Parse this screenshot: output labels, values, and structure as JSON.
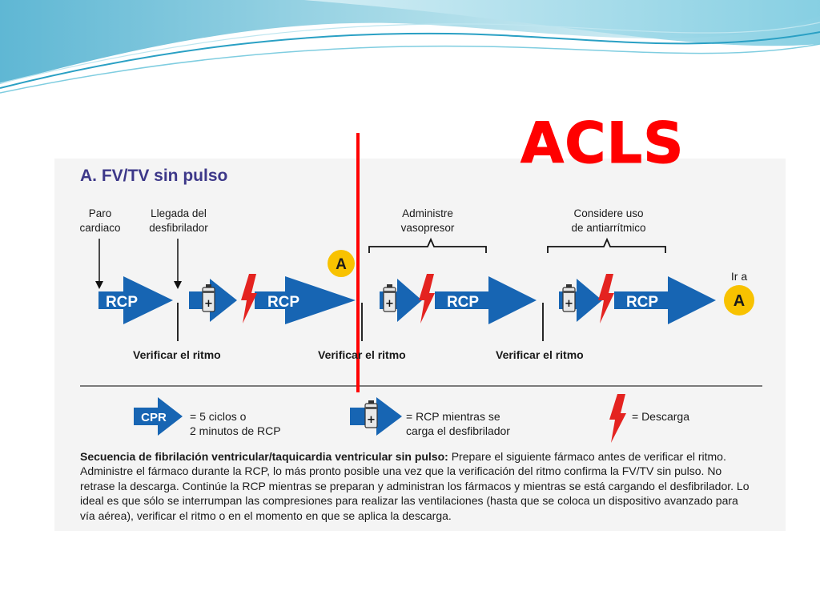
{
  "slide": {
    "title": "ACLS"
  },
  "panel": {
    "title": "A. FV/TV sin pulso"
  },
  "timeline": {
    "top_labels": {
      "paro": [
        "Paro",
        "cardiaco"
      ],
      "llegada": [
        "Llegada del",
        "desfibrilador"
      ],
      "vasopresor": [
        "Administre",
        "vasopresor"
      ],
      "antiarritmico": [
        "Considere uso",
        "de antiarrítmico"
      ]
    },
    "rcp_label": "RCP",
    "marker_a": "A",
    "ir_a": "Ir a",
    "verify_label": "Verificar el ritmo"
  },
  "legend": {
    "cpr_label": "CPR",
    "cpr_text": [
      "= 5 ciclos o",
      "2 minutos de RCP"
    ],
    "charge_text": [
      "= RCP mientras se",
      "carga el desfibrilador"
    ],
    "shock_text": "= Descarga"
  },
  "caption": {
    "bold": "Secuencia de fibrilación ventricular/taquicardia ventricular sin pulso:",
    "text": " Prepare el siguiente fármaco antes de verificar el ritmo. Administre el fármaco durante la RCP, lo más pronto posible una vez que la verificación del ritmo confirma la FV/TV sin pulso. No retrase la descarga. Continúe la RCP mientras se preparan y administran los fármacos y mientras se está cargando el desfibrilador. Lo ideal es que sólo se interrumpan las compresiones para realizar las ventilaciones (hasta que se coloca un dispositivo avanzado para vía aérea), verificar el ritmo o en el momento en que se aplica la descarga."
  },
  "colors": {
    "accent_red": "#ff0000",
    "arrow_blue": "#1765b3",
    "title_purple": "#3d3889",
    "marker_yellow": "#f8c200",
    "shock_red": "#e42320"
  }
}
